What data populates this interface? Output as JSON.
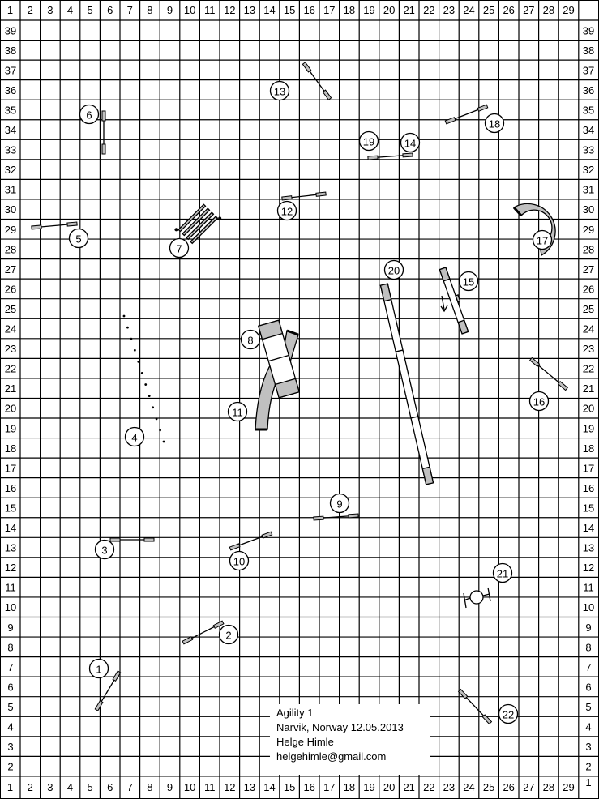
{
  "grid": {
    "columns": [
      "1",
      "2",
      "3",
      "4",
      "5",
      "6",
      "7",
      "8",
      "9",
      "10",
      "11",
      "12",
      "13",
      "14",
      "15",
      "16",
      "17",
      "18",
      "19",
      "20",
      "21",
      "22",
      "23",
      "24",
      "25",
      "26",
      "27",
      "28",
      "29"
    ],
    "rows": [
      "39",
      "38",
      "37",
      "36",
      "35",
      "34",
      "33",
      "32",
      "31",
      "30",
      "29",
      "28",
      "27",
      "26",
      "25",
      "24",
      "23",
      "22",
      "21",
      "20",
      "19",
      "18",
      "17",
      "16",
      "15",
      "14",
      "13",
      "12",
      "11",
      "10",
      "9",
      "8",
      "7",
      "6",
      "5",
      "4",
      "3",
      "2",
      "1"
    ]
  },
  "info": {
    "title": "Agility 1",
    "place_date": "Narvik, Norway 12.05.2013",
    "author": "Helge Himle",
    "email": "helgehimle@gmail.com"
  },
  "obstacles": [
    "1",
    "2",
    "3",
    "4",
    "5",
    "6",
    "7",
    "8",
    "9",
    "10",
    "11",
    "12",
    "13",
    "14",
    "15",
    "16",
    "17",
    "18",
    "19",
    "20",
    "21",
    "22"
  ],
  "colors": {
    "fill": "#c0c0c0",
    "line": "#000000"
  }
}
